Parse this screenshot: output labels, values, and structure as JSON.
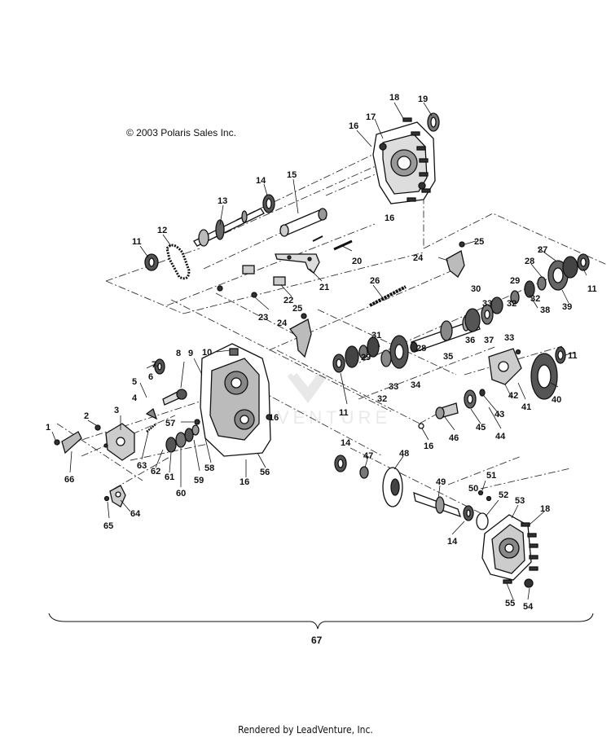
{
  "copyright": "© 2003 Polaris Sales Inc.",
  "footer": "Rendered by LeadVenture, Inc.",
  "watermark": "VENTURE",
  "assembly_callout": "67",
  "callouts": [
    "1",
    "2",
    "3",
    "4",
    "5",
    "6",
    "7",
    "8",
    "9",
    "10",
    "11",
    "11",
    "11",
    "11",
    "12",
    "13",
    "14",
    "14",
    "14",
    "15",
    "16",
    "16",
    "16",
    "16",
    "16",
    "17",
    "18",
    "18",
    "19",
    "20",
    "21",
    "22",
    "23",
    "24",
    "24",
    "25",
    "25",
    "26",
    "27",
    "28",
    "28",
    "29",
    "29",
    "30",
    "31",
    "32",
    "32",
    "33",
    "33",
    "34",
    "35",
    "36",
    "37",
    "38",
    "39",
    "40",
    "41",
    "42",
    "43",
    "44",
    "45",
    "46",
    "47",
    "48",
    "49",
    "50",
    "51",
    "52",
    "53",
    "54",
    "55",
    "56",
    "57",
    "58",
    "59",
    "60",
    "61",
    "62",
    "63",
    "64",
    "65",
    "66"
  ]
}
